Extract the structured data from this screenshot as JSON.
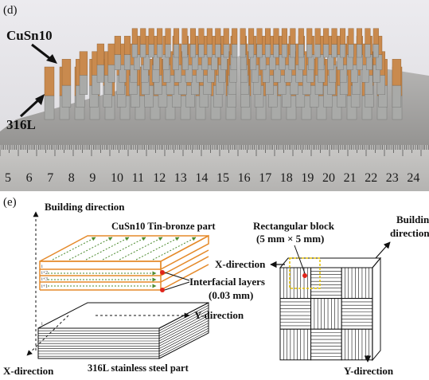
{
  "panel_d": {
    "label": "(d)",
    "material_top": "CuSn10",
    "material_bottom": "316L",
    "ruler_numbers": [
      "5",
      "6",
      "7",
      "8",
      "9",
      "10",
      "11",
      "12",
      "13",
      "14",
      "15",
      "16",
      "17",
      "18",
      "19",
      "20",
      "21",
      "22",
      "23",
      "24"
    ]
  },
  "panel_e": {
    "label": "(e)",
    "building_direction": "Building direction",
    "top_part": "CuSn10 Tin-bronze part",
    "bottom_part": "316L stainless steel part",
    "interfacial_line1": "Interfacial layers",
    "interfacial_line2": "(0.03 mm)",
    "x_direction": "X-direction",
    "y_direction": "Y-direction",
    "layer_labels": [
      "i",
      "i+2",
      "i+3",
      "i+1",
      "i"
    ],
    "right": {
      "block_line1": "Rectangular block",
      "block_line2": "(5 mm × 5 mm)",
      "building_line1": "Building",
      "building_line2": "direction",
      "x_direction": "X-direction",
      "y_direction": "Y-direction"
    }
  },
  "colors": {
    "copper": "#c98a4e",
    "steel": "#a9aaa8",
    "orange_layer": "#e58a2a",
    "green_path": "#4c8a2e",
    "red_dot": "#e0251b"
  }
}
